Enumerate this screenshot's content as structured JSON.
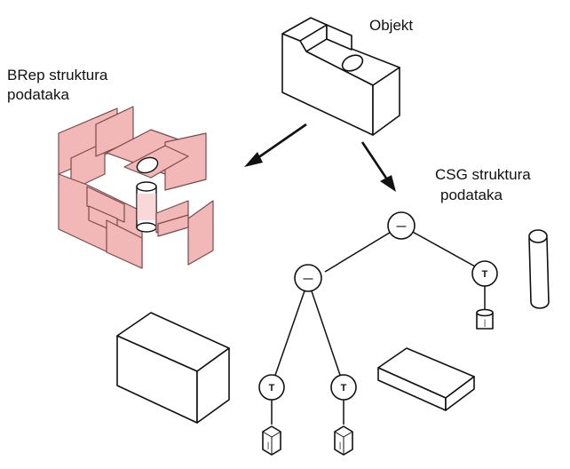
{
  "labels": {
    "object": "Objekt",
    "brep_line1": "BRep struktura",
    "brep_line2": "podataka",
    "csg_line1": "CSG struktura",
    "csg_line2": "podataka"
  },
  "tree": {
    "difference_symbol": "—",
    "transform_symbol": "T",
    "primitive_marker": "|"
  },
  "colors": {
    "brep_faces": "#f2b8b8",
    "outline": "#111111"
  }
}
